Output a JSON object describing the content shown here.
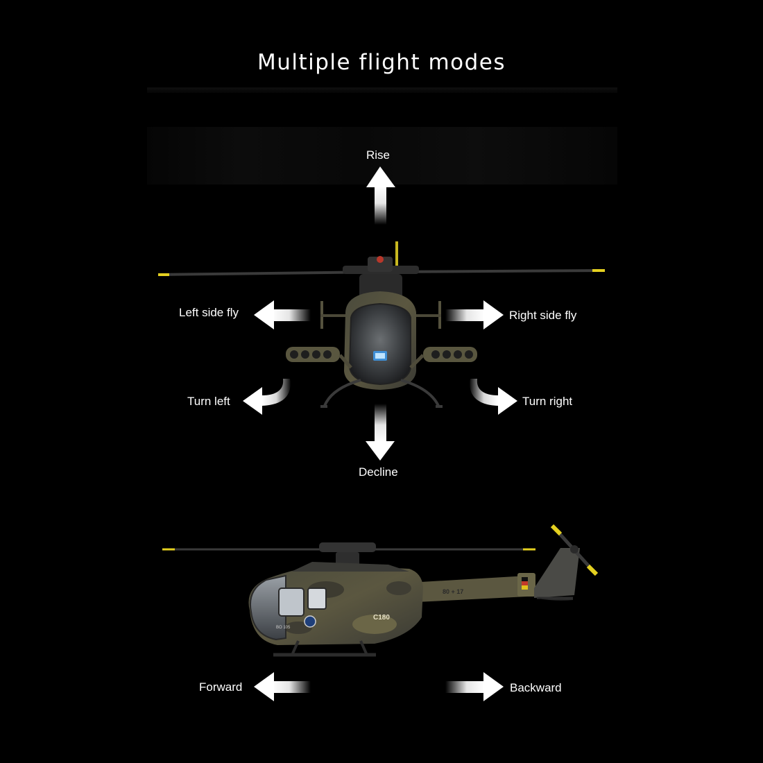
{
  "title": "Multiple flight modes",
  "labels": {
    "rise": "Rise",
    "left_side_fly": "Left side fly",
    "right_side_fly": "Right side fly",
    "turn_left": "Turn left",
    "turn_right": "Turn right",
    "decline": "Decline",
    "forward": "Forward",
    "backward": "Backward"
  },
  "side_markings": {
    "model": "C180",
    "tail_code": "80 + 17",
    "nose_text": "BO 105"
  }
}
